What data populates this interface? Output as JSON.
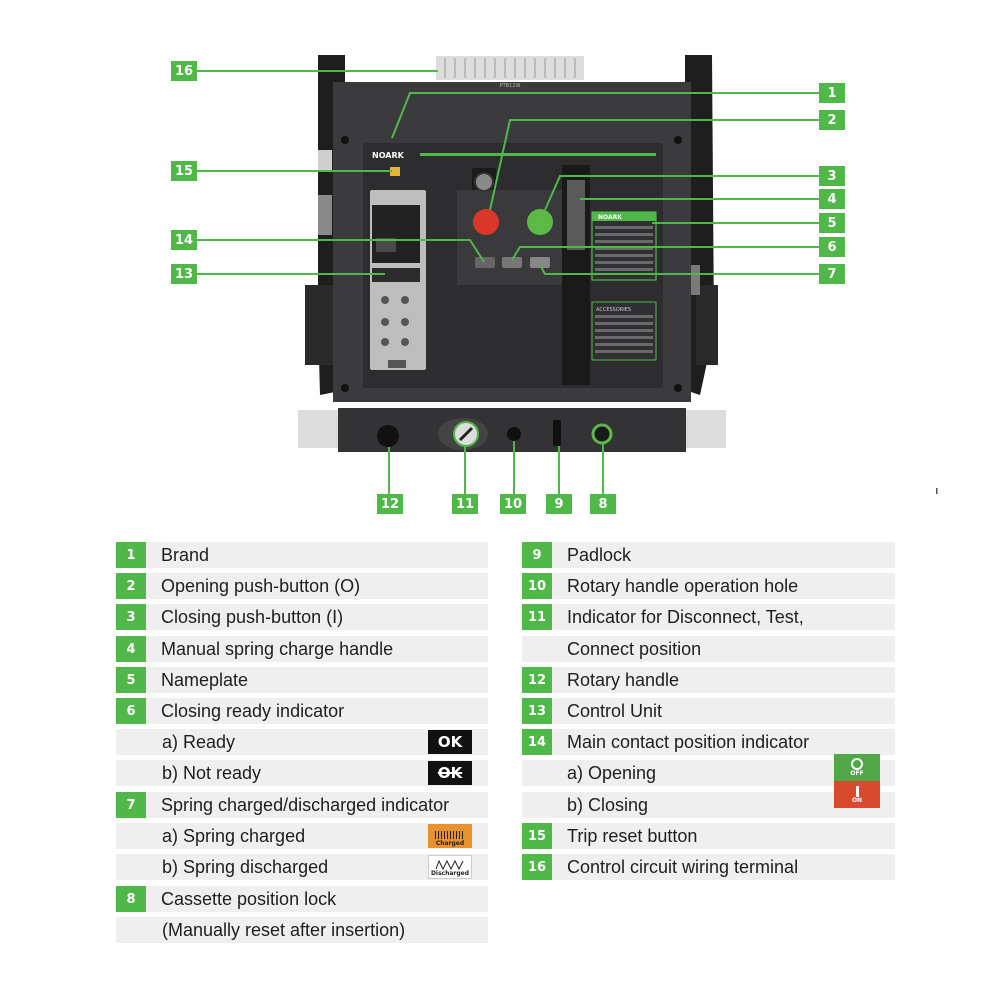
{
  "device": {
    "brand_plate": "NOARK",
    "nameplate_brand": "NOARK",
    "terminal_label": "PTB12W",
    "accessories_title": "ACCESSORIES"
  },
  "callouts": [
    "1",
    "2",
    "3",
    "4",
    "5",
    "6",
    "7",
    "8",
    "9",
    "10",
    "11",
    "12",
    "13",
    "14",
    "15",
    "16"
  ],
  "legend_left": [
    {
      "num": "1",
      "text": "Brand"
    },
    {
      "num": "2",
      "text": "Opening push-button (O)"
    },
    {
      "num": "3",
      "text": "Closing push-button (I)"
    },
    {
      "num": "4",
      "text": "Manual spring charge handle"
    },
    {
      "num": "5",
      "text": "Nameplate"
    },
    {
      "num": "6",
      "text": "Closing ready indicator"
    },
    {
      "num": "",
      "text": "a) Ready"
    },
    {
      "num": "",
      "text": "b) Not ready"
    },
    {
      "num": "7",
      "text": "Spring charged/discharged indicator"
    },
    {
      "num": "",
      "text": "a) Spring charged"
    },
    {
      "num": "",
      "text": "b) Spring discharged"
    },
    {
      "num": "8",
      "text": "Cassette position lock"
    },
    {
      "num": "",
      "text": "(Manually reset after insertion)"
    }
  ],
  "legend_right": [
    {
      "num": "9",
      "text": "Padlock"
    },
    {
      "num": "10",
      "text": "Rotary handle operation hole"
    },
    {
      "num": "11",
      "text": "Indicator for Disconnect, Test,"
    },
    {
      "num": "",
      "text": "Connect position"
    },
    {
      "num": "12",
      "text": "Rotary handle"
    },
    {
      "num": "13",
      "text": "Control Unit"
    },
    {
      "num": "14",
      "text": "Main contact position indicator"
    },
    {
      "num": "",
      "text": "a) Opening"
    },
    {
      "num": "",
      "text": "b) Closing"
    },
    {
      "num": "15",
      "text": "Trip reset button"
    },
    {
      "num": "16",
      "text": "Control circuit wiring terminal"
    }
  ],
  "indicators": {
    "ready": "OK",
    "not_ready": "OK",
    "charged": "Charged",
    "discharged": "Discharged",
    "opening": "OFF",
    "closing": "ON"
  },
  "colors": {
    "accent": "#4fb848",
    "row_bg": "#efefef",
    "red_button": "#d8372a",
    "green_button": "#5cb847",
    "charged": "#e8922f"
  }
}
